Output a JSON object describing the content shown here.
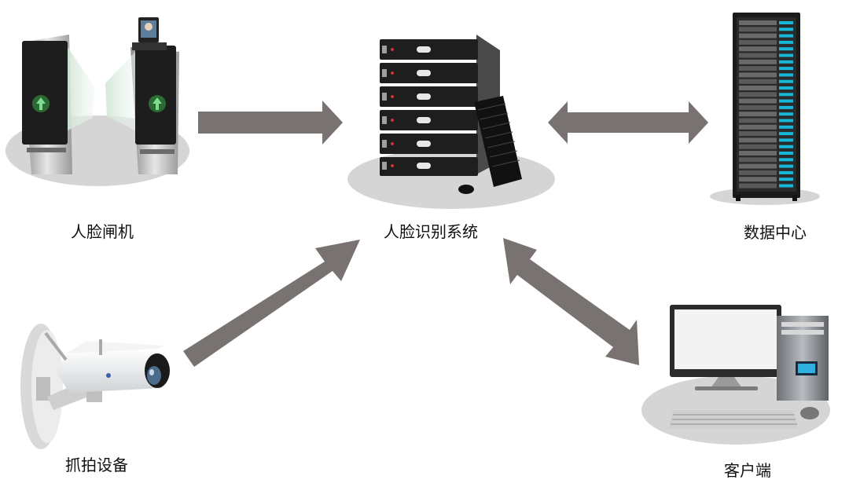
{
  "nodes": {
    "gate": {
      "label": "人脸闸机",
      "icon": "turnstile-gate-icon"
    },
    "system": {
      "label": "人脸识别系统",
      "icon": "server-rack-icon"
    },
    "datacenter": {
      "label": "数据中心",
      "icon": "datacenter-rack-icon"
    },
    "camera": {
      "label": "抓拍设备",
      "icon": "bullet-camera-icon"
    },
    "client": {
      "label": "客户端",
      "icon": "desktop-computer-icon"
    }
  },
  "edges": [
    {
      "from": "gate",
      "to": "system",
      "direction": "one-way"
    },
    {
      "from": "system",
      "to": "datacenter",
      "direction": "two-way"
    },
    {
      "from": "camera",
      "to": "system",
      "direction": "one-way"
    },
    {
      "from": "system",
      "to": "client",
      "direction": "two-way"
    }
  ],
  "colors": {
    "arrow": "#787370",
    "shadow": "#d5d5d5",
    "device_dark": "#1d1d1d",
    "metal": "#b9b9b9",
    "accent_green": "#3aa84b",
    "accent_cyan": "#17b7d9"
  }
}
